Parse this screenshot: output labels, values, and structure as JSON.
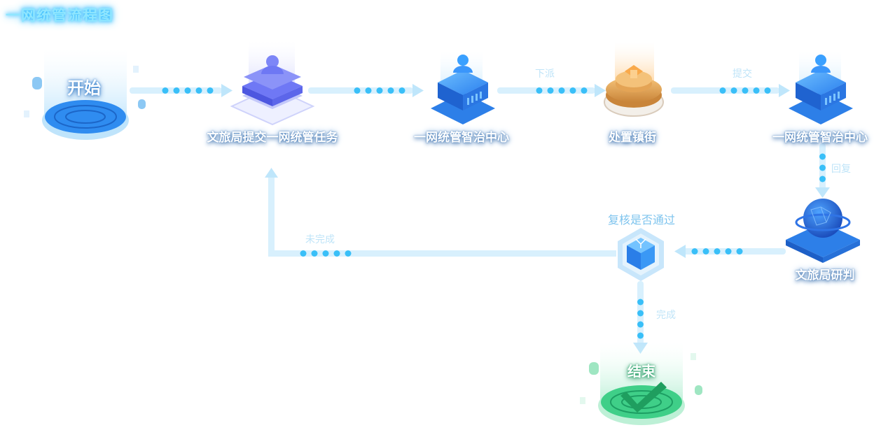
{
  "title": "一网统管流程图",
  "nodes": {
    "start": "开始",
    "submit": "文旅局提交一网统管任务",
    "center1": "一网统管智治中心",
    "street": "处置镇街",
    "center2": "一网统管智治中心",
    "judge": "文旅局研判",
    "review": "复核是否通过",
    "end": "结束"
  },
  "edges": {
    "dispatch": "下派",
    "submit": "提交",
    "reply": "回复",
    "incomplete": "未完成",
    "complete": "完成"
  },
  "colors": {
    "flow": "#bfe7fb",
    "dot": "#2bb7f5",
    "blue": "#2d8ff0",
    "purple": "#6c74f4",
    "gold": "#e2a04c",
    "green": "#35d08a"
  }
}
